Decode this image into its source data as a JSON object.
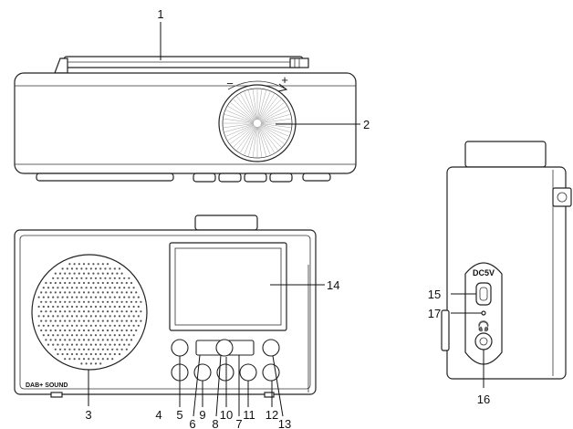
{
  "callouts": {
    "c1": "1",
    "c2": "2",
    "c3": "3",
    "c4": "4",
    "c5": "5",
    "c6": "6",
    "c7": "7",
    "c8": "8",
    "c9": "9",
    "c10": "10",
    "c11": "11",
    "c12": "12",
    "c13": "13",
    "c14": "14",
    "c15": "15",
    "c16": "16",
    "c17": "17"
  },
  "labels": {
    "brand": "DAB+ SOUND",
    "port": "DC5V",
    "volume_minus": "−",
    "volume_plus": "+",
    "headphone_symbol": "🎧"
  },
  "colors": {
    "line": "#111111",
    "grille_dot": "#555555"
  }
}
